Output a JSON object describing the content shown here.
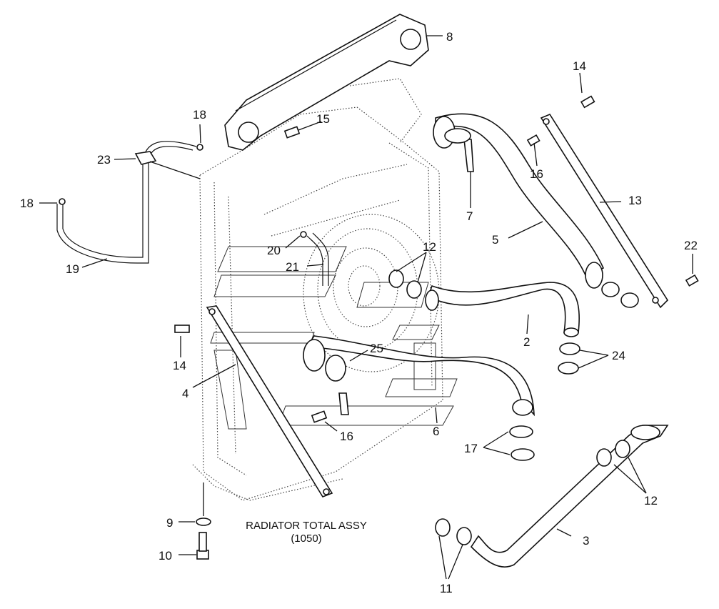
{
  "caption": {
    "line1": "RADIATOR TOTAL ASSY",
    "line2": "(1050)"
  },
  "labels": {
    "l8": "8",
    "l14a": "14",
    "l18a": "18",
    "l15": "15",
    "l23": "23",
    "l16a": "16",
    "l18b": "18",
    "l13": "13",
    "l7": "7",
    "l5": "5",
    "l19": "19",
    "l12a": "12",
    "l20": "20",
    "l21": "21",
    "l22": "22",
    "l2": "2",
    "l14b": "14",
    "l25": "25",
    "l24": "24",
    "l4": "4",
    "l16b": "16",
    "l6": "6",
    "l17": "17",
    "l12b": "12",
    "l9": "9",
    "l3": "3",
    "l10": "10",
    "l11": "11"
  }
}
